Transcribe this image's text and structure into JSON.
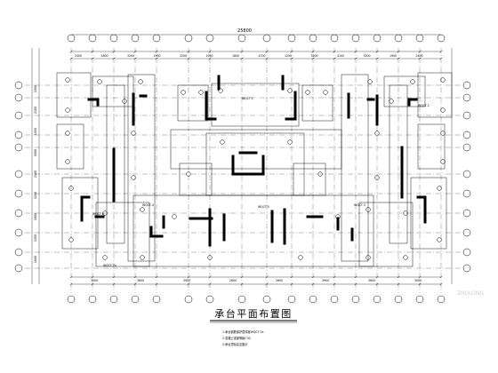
{
  "drawing": {
    "title": "承台平面布置图",
    "overall_dimension": "25800",
    "top_dimensions": [
      "2400",
      "1800",
      "3200",
      "1900",
      "3200",
      "1950",
      "1800",
      "4700",
      "1250",
      "3200",
      "4100",
      "3200",
      "1900",
      "2400"
    ],
    "bottom_dimensions": [
      "3000",
      "3600",
      "3900",
      "2600",
      "2600",
      "3900",
      "3600",
      "3000"
    ],
    "left_dimensions": [
      "1050",
      "2100",
      "1050",
      "5000",
      "2100",
      "4200",
      "1600",
      "1500",
      "1800"
    ],
    "cap_labels": [
      "WQCT-1",
      "WQCT-2",
      "WQCT-3",
      "WQCT-4",
      "WQCT-5",
      "WQCT-6",
      "WQCT-7a"
    ],
    "notes": [
      "1.承台钢筋保护层厚度WQCT-7a",
      "2.混凝土强度等级C30",
      "3.承台顶标高见图示"
    ],
    "watermark": "ZHULONG"
  }
}
